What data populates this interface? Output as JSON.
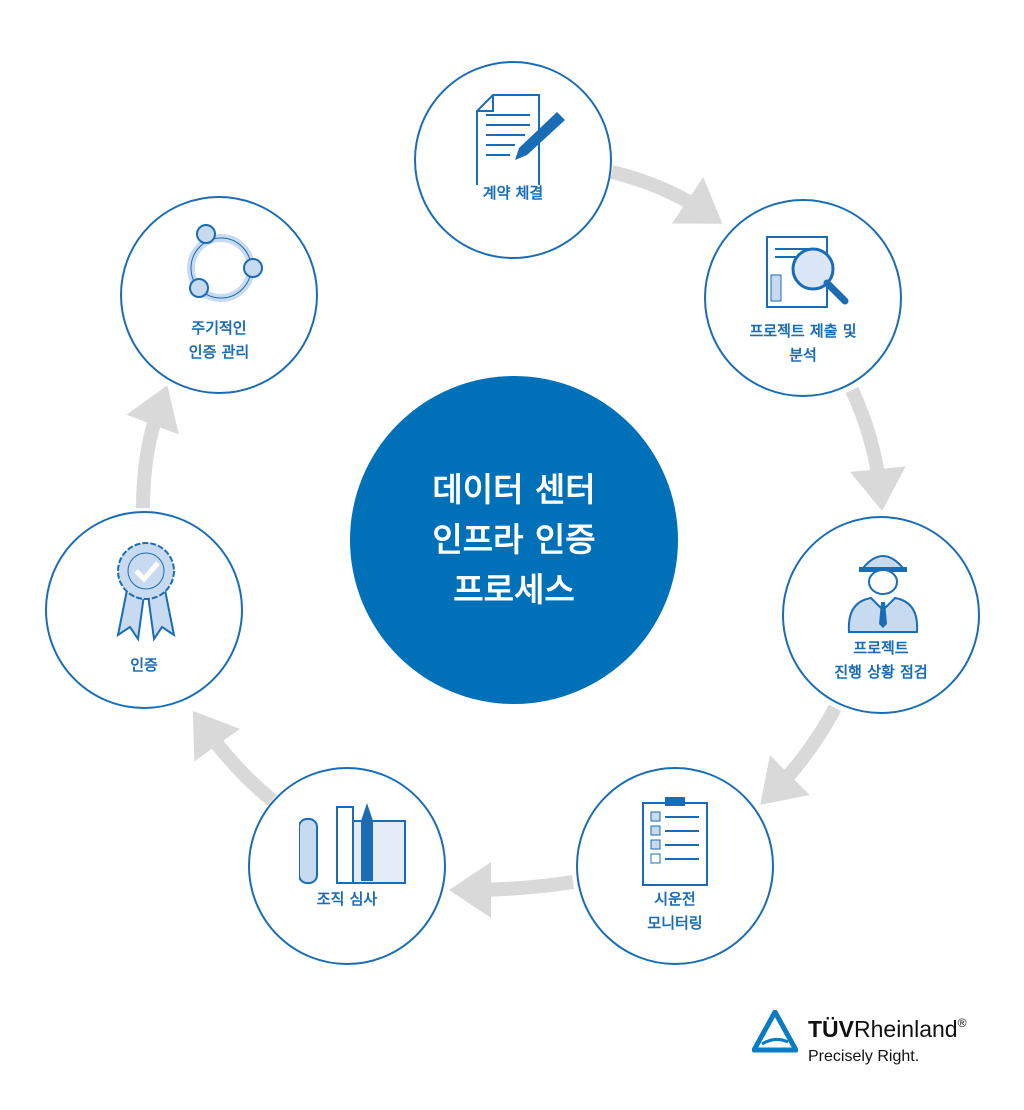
{
  "center_title": [
    "데이터 센터",
    "인프라 인증",
    "프로세스"
  ],
  "steps": [
    {
      "label": [
        "계약 체결"
      ],
      "icon": "contract-pencil-icon"
    },
    {
      "label": [
        "프로젝트 제출 및",
        "분석"
      ],
      "icon": "document-magnifier-icon"
    },
    {
      "label": [
        "프로젝트",
        "진행 상황 점검"
      ],
      "icon": "engineer-icon"
    },
    {
      "label": [
        "시운전",
        "모니터링"
      ],
      "icon": "checklist-clipboard-icon"
    },
    {
      "label": [
        "조직 심사"
      ],
      "icon": "blueprint-ruler-icon"
    },
    {
      "label": [
        "인증"
      ],
      "icon": "certificate-ribbon-icon"
    },
    {
      "label": [
        "주기적인",
        "인증 관리"
      ],
      "icon": "cycle-icon"
    }
  ],
  "logo": {
    "brand_bold": "TÜV",
    "brand_rest": "Rheinland",
    "registered": "®",
    "tagline": "Precisely Right."
  },
  "colors": {
    "primary": "#0070b9",
    "line": "#1a6db5",
    "arrow": "#d9d9d9"
  }
}
